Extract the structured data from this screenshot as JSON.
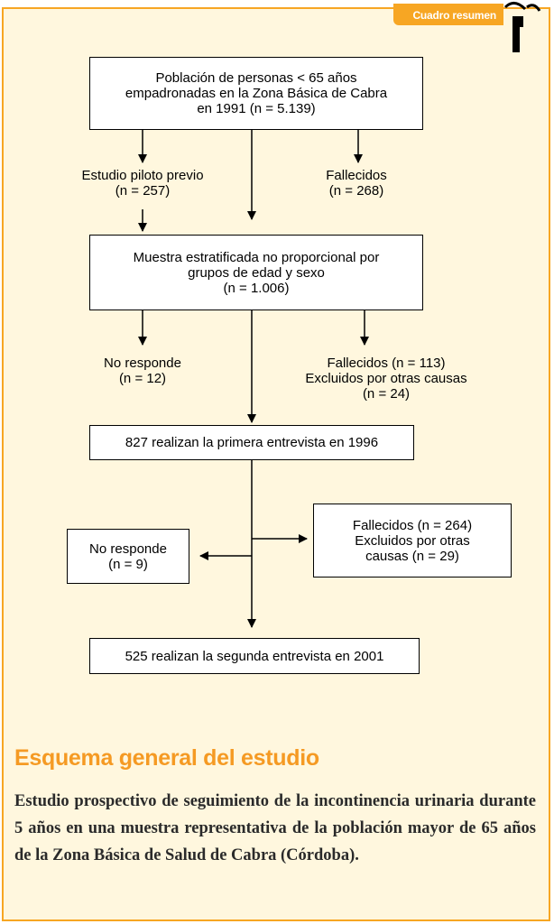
{
  "tab_label": "Cuadro resumen",
  "flow": {
    "top_box": [
      "Población de personas < 65 años",
      "empadronadas en la Zona Básica de Cabra",
      "en 1991 (n = 5.139)"
    ],
    "pilot": [
      "Estudio piloto previo",
      "(n = 257)"
    ],
    "deceased_1": [
      "Fallecidos",
      "(n = 268)"
    ],
    "sample_box": [
      "Muestra estratificada no proporcional por",
      "grupos de edad y sexo",
      "(n = 1.006)"
    ],
    "no_response_1": [
      "No responde",
      "(n = 12)"
    ],
    "deceased_2": [
      "Fallecidos (n = 113)",
      "Excluidos por otras causas",
      "(n = 24)"
    ],
    "first_interview": "827 realizan la primera entrevista en 1996",
    "no_response_2": [
      "No responde",
      "(n = 9)"
    ],
    "deceased_3": [
      "Fallecidos (n = 264)",
      "Excluidos por otras",
      "causas (n = 29)"
    ],
    "second_interview": "525 realizan la segunda entrevista en 2001"
  },
  "heading": "Esquema general del estudio",
  "summary": "Estudio prospectivo de seguimiento de la incontinencia urinaria durante 5 años en una muestra representativa de la población mayor de 65 años de la Zona Básica de Salud de Cabra (Córdoba).",
  "colors": {
    "accent": "#f7a623",
    "panel_bg": "#fff7de",
    "heading": "#f59a23"
  }
}
